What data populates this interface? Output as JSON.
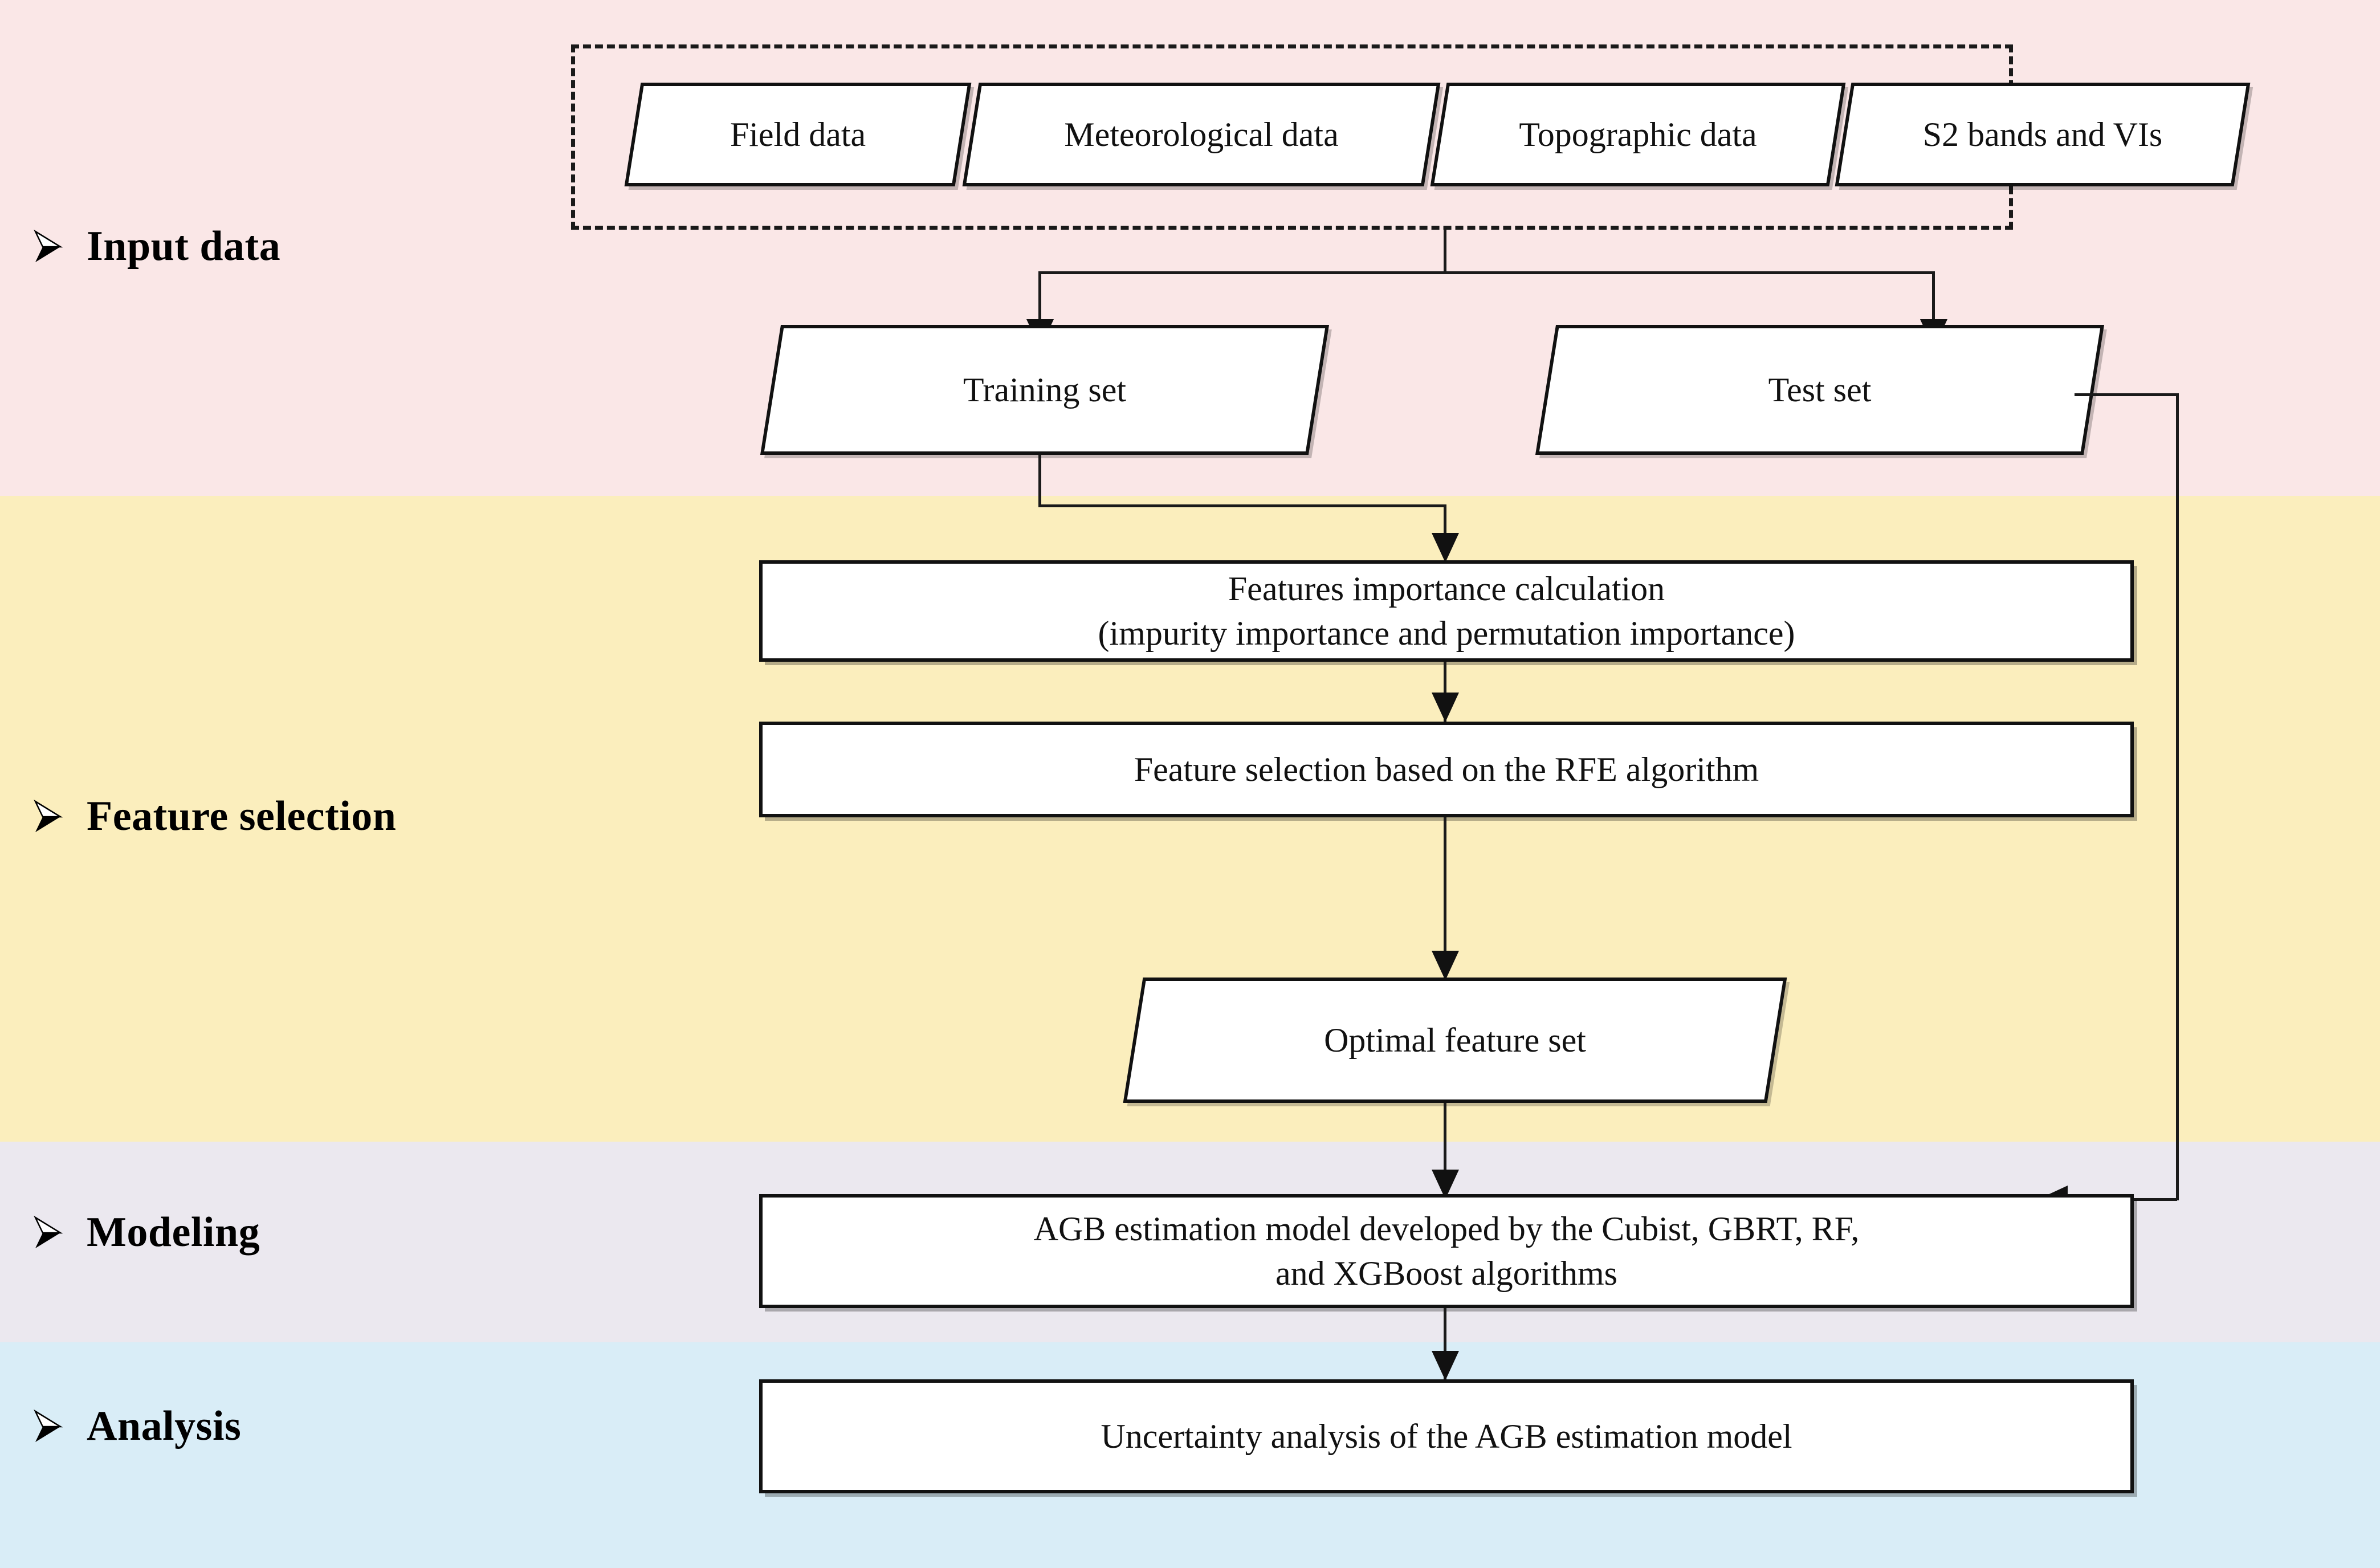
{
  "figure": {
    "type": "flowchart",
    "title": "AGB estimation workflow"
  },
  "stages": [
    {
      "id": "input",
      "label": "Input data",
      "bullet_icon": "arrow-bullet-icon",
      "band_color": "#fae7e7"
    },
    {
      "id": "feature",
      "label": "Feature selection",
      "bullet_icon": "arrow-bullet-icon",
      "band_color": "#fbeebd"
    },
    {
      "id": "modeling",
      "label": "Modeling",
      "bullet_icon": "arrow-bullet-icon",
      "band_color": "#ebe8ef"
    },
    {
      "id": "analysis",
      "label": "Analysis",
      "bullet_icon": "arrow-bullet-icon",
      "band_color": "#d9edf7"
    }
  ],
  "input_group": {
    "border_style": "dashed",
    "items": [
      {
        "id": "field",
        "label": "Field data"
      },
      {
        "id": "meteo",
        "label": "Meteorological data"
      },
      {
        "id": "topo",
        "label": "Topographic data"
      },
      {
        "id": "s2",
        "label": "S2 bands and VIs"
      }
    ]
  },
  "nodes": {
    "training_set": {
      "label": "Training set",
      "shape": "parallelogram"
    },
    "test_set": {
      "label": "Test set",
      "shape": "parallelogram"
    },
    "feat_importance": {
      "label_line1": "Features importance calculation",
      "label_line2": "(impurity importance and permutation importance)",
      "shape": "rectangle"
    },
    "rfe": {
      "label": "Feature selection based on the RFE algorithm",
      "shape": "rectangle"
    },
    "optimal_set": {
      "label": "Optimal feature set",
      "shape": "parallelogram"
    },
    "agb_model": {
      "label_line1": "AGB estimation model developed by the Cubist, GBRT, RF,",
      "label_line2": "and XGBoost algorithms",
      "shape": "rectangle"
    },
    "uncertainty": {
      "label": "Uncertainty analysis of the AGB estimation model",
      "shape": "rectangle"
    }
  },
  "edges": [
    {
      "from": "input_group",
      "to": "training_set",
      "style": "solid-arrow"
    },
    {
      "from": "input_group",
      "to": "test_set",
      "style": "solid-arrow"
    },
    {
      "from": "training_set",
      "to": "feat_importance",
      "style": "solid-arrow"
    },
    {
      "from": "feat_importance",
      "to": "rfe",
      "style": "solid-arrow"
    },
    {
      "from": "rfe",
      "to": "optimal_set",
      "style": "solid-arrow"
    },
    {
      "from": "optimal_set",
      "to": "agb_model",
      "style": "solid-arrow"
    },
    {
      "from": "test_set",
      "to": "agb_model",
      "style": "solid-arrow"
    },
    {
      "from": "agb_model",
      "to": "uncertainty",
      "style": "solid-arrow"
    }
  ],
  "colors": {
    "band_input": "#fae7e7",
    "band_feature": "#fbeebd",
    "band_modeling": "#ebe8ef",
    "band_analysis": "#d9edf7",
    "node_fill": "#ffffff",
    "line": "#1a1a1a"
  }
}
